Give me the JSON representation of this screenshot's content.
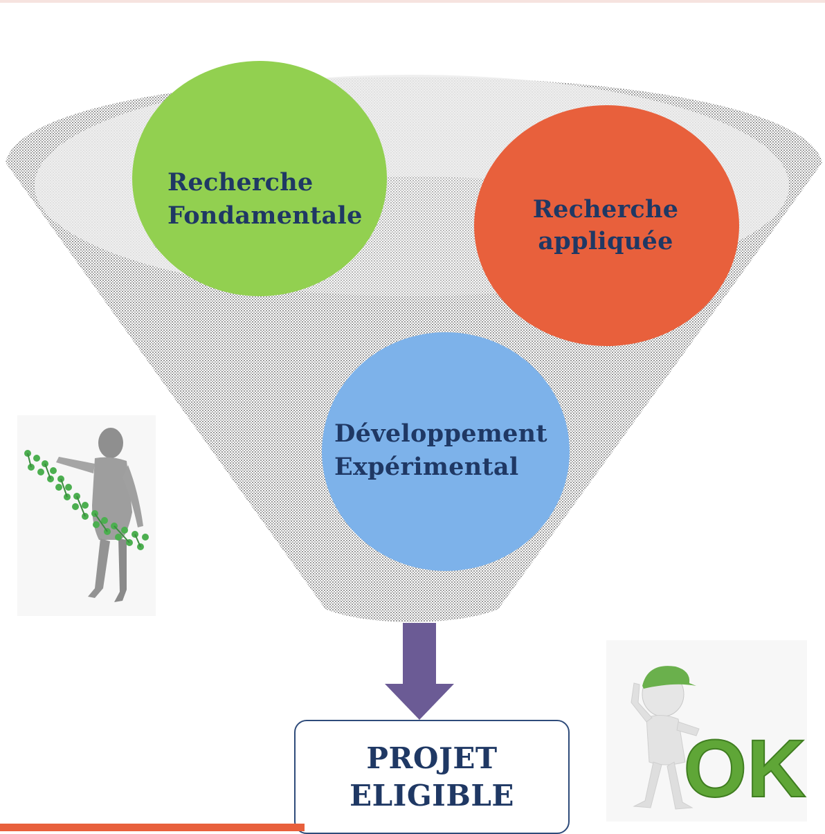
{
  "circles": {
    "fondamentale": {
      "line1": "Recherche",
      "line2": "Fondamentale",
      "color": "#92d050"
    },
    "appliquee": {
      "line1": "Recherche",
      "line2": "appliquée",
      "color": "#e8603c"
    },
    "experimental": {
      "line1": "Développement",
      "line2": "Expérimental",
      "color": "#7db2ea"
    }
  },
  "result": {
    "line1": "PROJET",
    "line2": "ELIGIBLE"
  },
  "colors": {
    "arrow": "#6b5b95",
    "text": "#1f3864",
    "box_border": "#2e4b7a",
    "accent": "#e8603c"
  },
  "illustrations": {
    "left": "dna-figure-icon",
    "right": "ok-figure-icon",
    "ok_text": "OK"
  }
}
